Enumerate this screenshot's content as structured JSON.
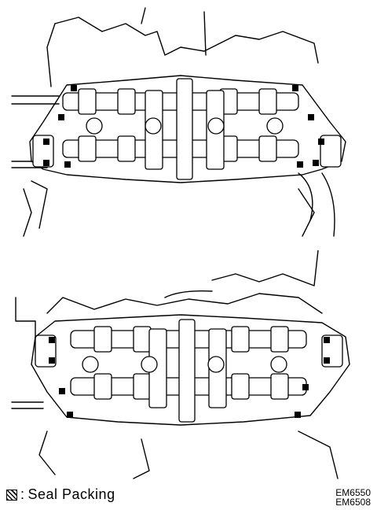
{
  "legend": {
    "separator": ":",
    "label": "Seal Packing"
  },
  "codes": [
    "EM6550",
    "EM6508"
  ],
  "colors": {
    "line": "#000000",
    "background": "#ffffff"
  }
}
